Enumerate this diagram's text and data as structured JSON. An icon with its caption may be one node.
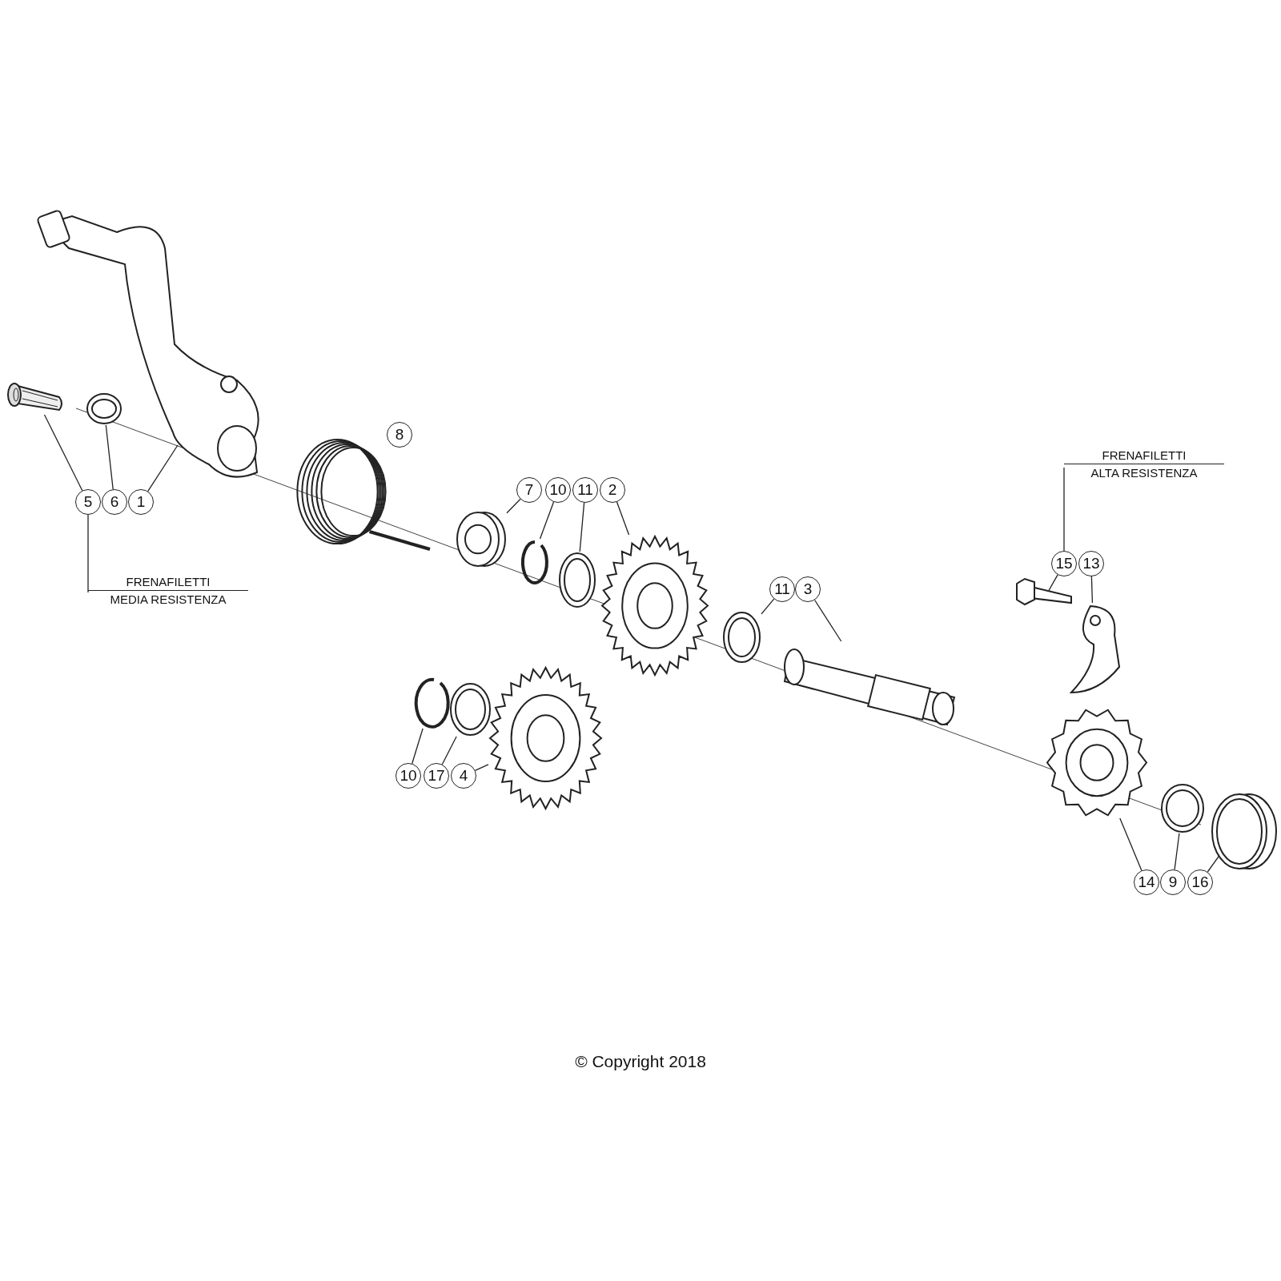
{
  "diagram": {
    "nodes": [
      {
        "text": [
          "5"
        ]
      },
      {
        "text": [
          "6"
        ]
      },
      {
        "text": [
          "1"
        ]
      },
      {
        "text": [
          "8"
        ]
      },
      {
        "text": [
          "7"
        ]
      },
      {
        "text": [
          "10"
        ]
      },
      {
        "text": [
          "11"
        ]
      },
      {
        "text": [
          "2"
        ]
      },
      {
        "text": [
          "11"
        ]
      },
      {
        "text": [
          "3"
        ]
      },
      {
        "text": [
          "15"
        ]
      },
      {
        "text": [
          "13"
        ]
      },
      {
        "text": [
          "10"
        ]
      },
      {
        "text": [
          "17"
        ]
      },
      {
        "text": [
          "4"
        ]
      },
      {
        "text": [
          "14"
        ]
      },
      {
        "text": [
          "9"
        ]
      },
      {
        "text": [
          "16"
        ]
      },
      {
        "text": [
          "FRENAFILETTI",
          "MEDIA RESISTENZA"
        ]
      },
      {
        "text": [
          "FRENAFILETTI",
          "ALTA RESISTENZA"
        ]
      },
      {
        "text": [],
        "shape": "picture"
      },
      {
        "text": [],
        "shape": "picture"
      },
      {
        "text": [],
        "shape": "picture"
      },
      {
        "text": [],
        "shape": "picture"
      },
      {
        "text": [],
        "shape": "picture"
      },
      {
        "text": [],
        "shape": "picture"
      },
      {
        "text": [],
        "shape": "picture"
      },
      {
        "text": [],
        "shape": "picture"
      },
      {
        "text": [],
        "shape": "picture"
      },
      {
        "text": [],
        "shape": "picture"
      },
      {
        "text": [],
        "shape": "picture"
      },
      {
        "text": [],
        "shape": "picture"
      },
      {
        "text": [],
        "shape": "picture"
      },
      {
        "text": [],
        "shape": "picture"
      },
      {
        "text": [],
        "shape": "picture"
      },
      {
        "text": [],
        "shape": "picture"
      },
      {
        "text": [],
        "shape": "picture"
      },
      {
        "text": [],
        "shape": "picture"
      }
    ],
    "edges": [
      {
        "from": 0,
        "to": 20,
        "arrow": "none"
      },
      {
        "from": 1,
        "to": 21,
        "arrow": "none"
      },
      {
        "from": 2,
        "to": 22,
        "arrow": "none"
      },
      {
        "from": 3,
        "to": 23,
        "arrow": "none"
      },
      {
        "from": 4,
        "to": 26,
        "arrow": "none"
      },
      {
        "from": 5,
        "to": 28,
        "arrow": "none"
      },
      {
        "from": 6,
        "to": 29,
        "arrow": "none"
      },
      {
        "from": 7,
        "to": 30,
        "arrow": "none"
      },
      {
        "from": 8,
        "to": 31,
        "arrow": "none"
      },
      {
        "from": 9,
        "to": 32,
        "arrow": "none"
      },
      {
        "from": 10,
        "to": 33,
        "arrow": "none"
      },
      {
        "from": 11,
        "to": 35,
        "arrow": "none"
      },
      {
        "from": 12,
        "to": 24,
        "arrow": "none"
      },
      {
        "from": 13,
        "to": 25,
        "arrow": "none"
      },
      {
        "from": 14,
        "to": 27,
        "arrow": "none"
      },
      {
        "from": 15,
        "to": 34,
        "arrow": "none"
      },
      {
        "from": 16,
        "to": 36,
        "arrow": "none"
      },
      {
        "from": 17,
        "to": 37,
        "arrow": "none"
      },
      {
        "from": 0,
        "to": 18,
        "arrow": "none"
      },
      {
        "from": 10,
        "to": 19,
        "arrow": "none"
      }
    ],
    "labels": [
      "© Copyright 2018"
    ]
  }
}
